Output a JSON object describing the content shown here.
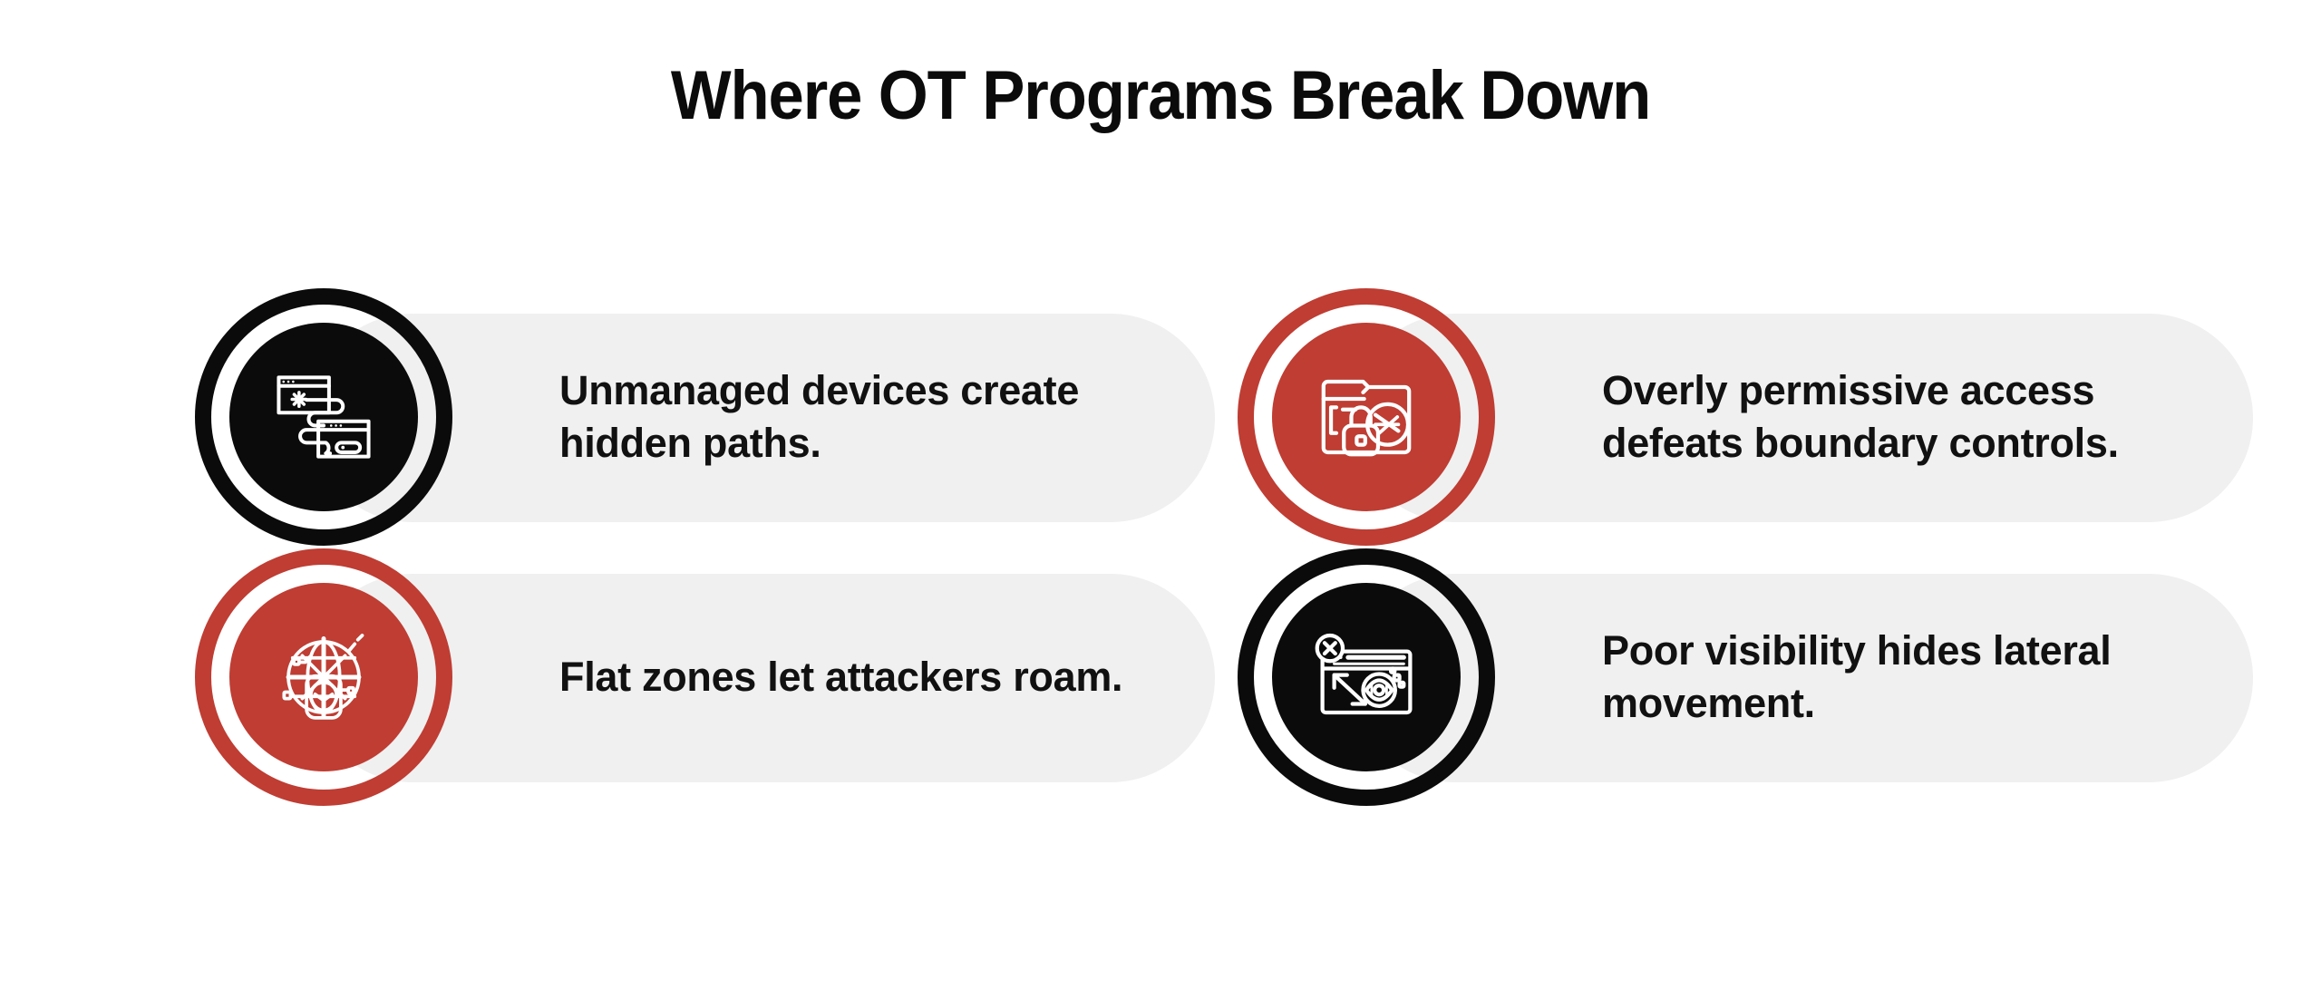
{
  "page": {
    "title": "Where OT Programs Break Down",
    "background_color": "#ffffff",
    "accent_red": "#bf3d33",
    "accent_dark": "#0b0b0b",
    "card_background": "#f0f0f0"
  },
  "cards": [
    {
      "id": "unmanaged-devices",
      "caption": "Unmanaged devices create hidden paths.",
      "icon_name": "connected-devices-icon",
      "badge_style": "dark",
      "badge_color": "#0b0b0b"
    },
    {
      "id": "permissive-access",
      "caption": "Overly permissive access defeats boundary controls.",
      "icon_name": "locked-folder-blocked-icon",
      "badge_style": "red",
      "badge_color": "#bf3d33"
    },
    {
      "id": "flat-zones",
      "caption": "Flat zones let attackers roam.",
      "icon_name": "globe-hacker-icon",
      "badge_style": "red",
      "badge_color": "#bf3d33"
    },
    {
      "id": "poor-visibility",
      "caption": "Poor visibility hides lateral movement.",
      "icon_name": "browser-eye-lateral-movement-icon",
      "badge_style": "dark",
      "badge_color": "#bf3d33"
    }
  ]
}
